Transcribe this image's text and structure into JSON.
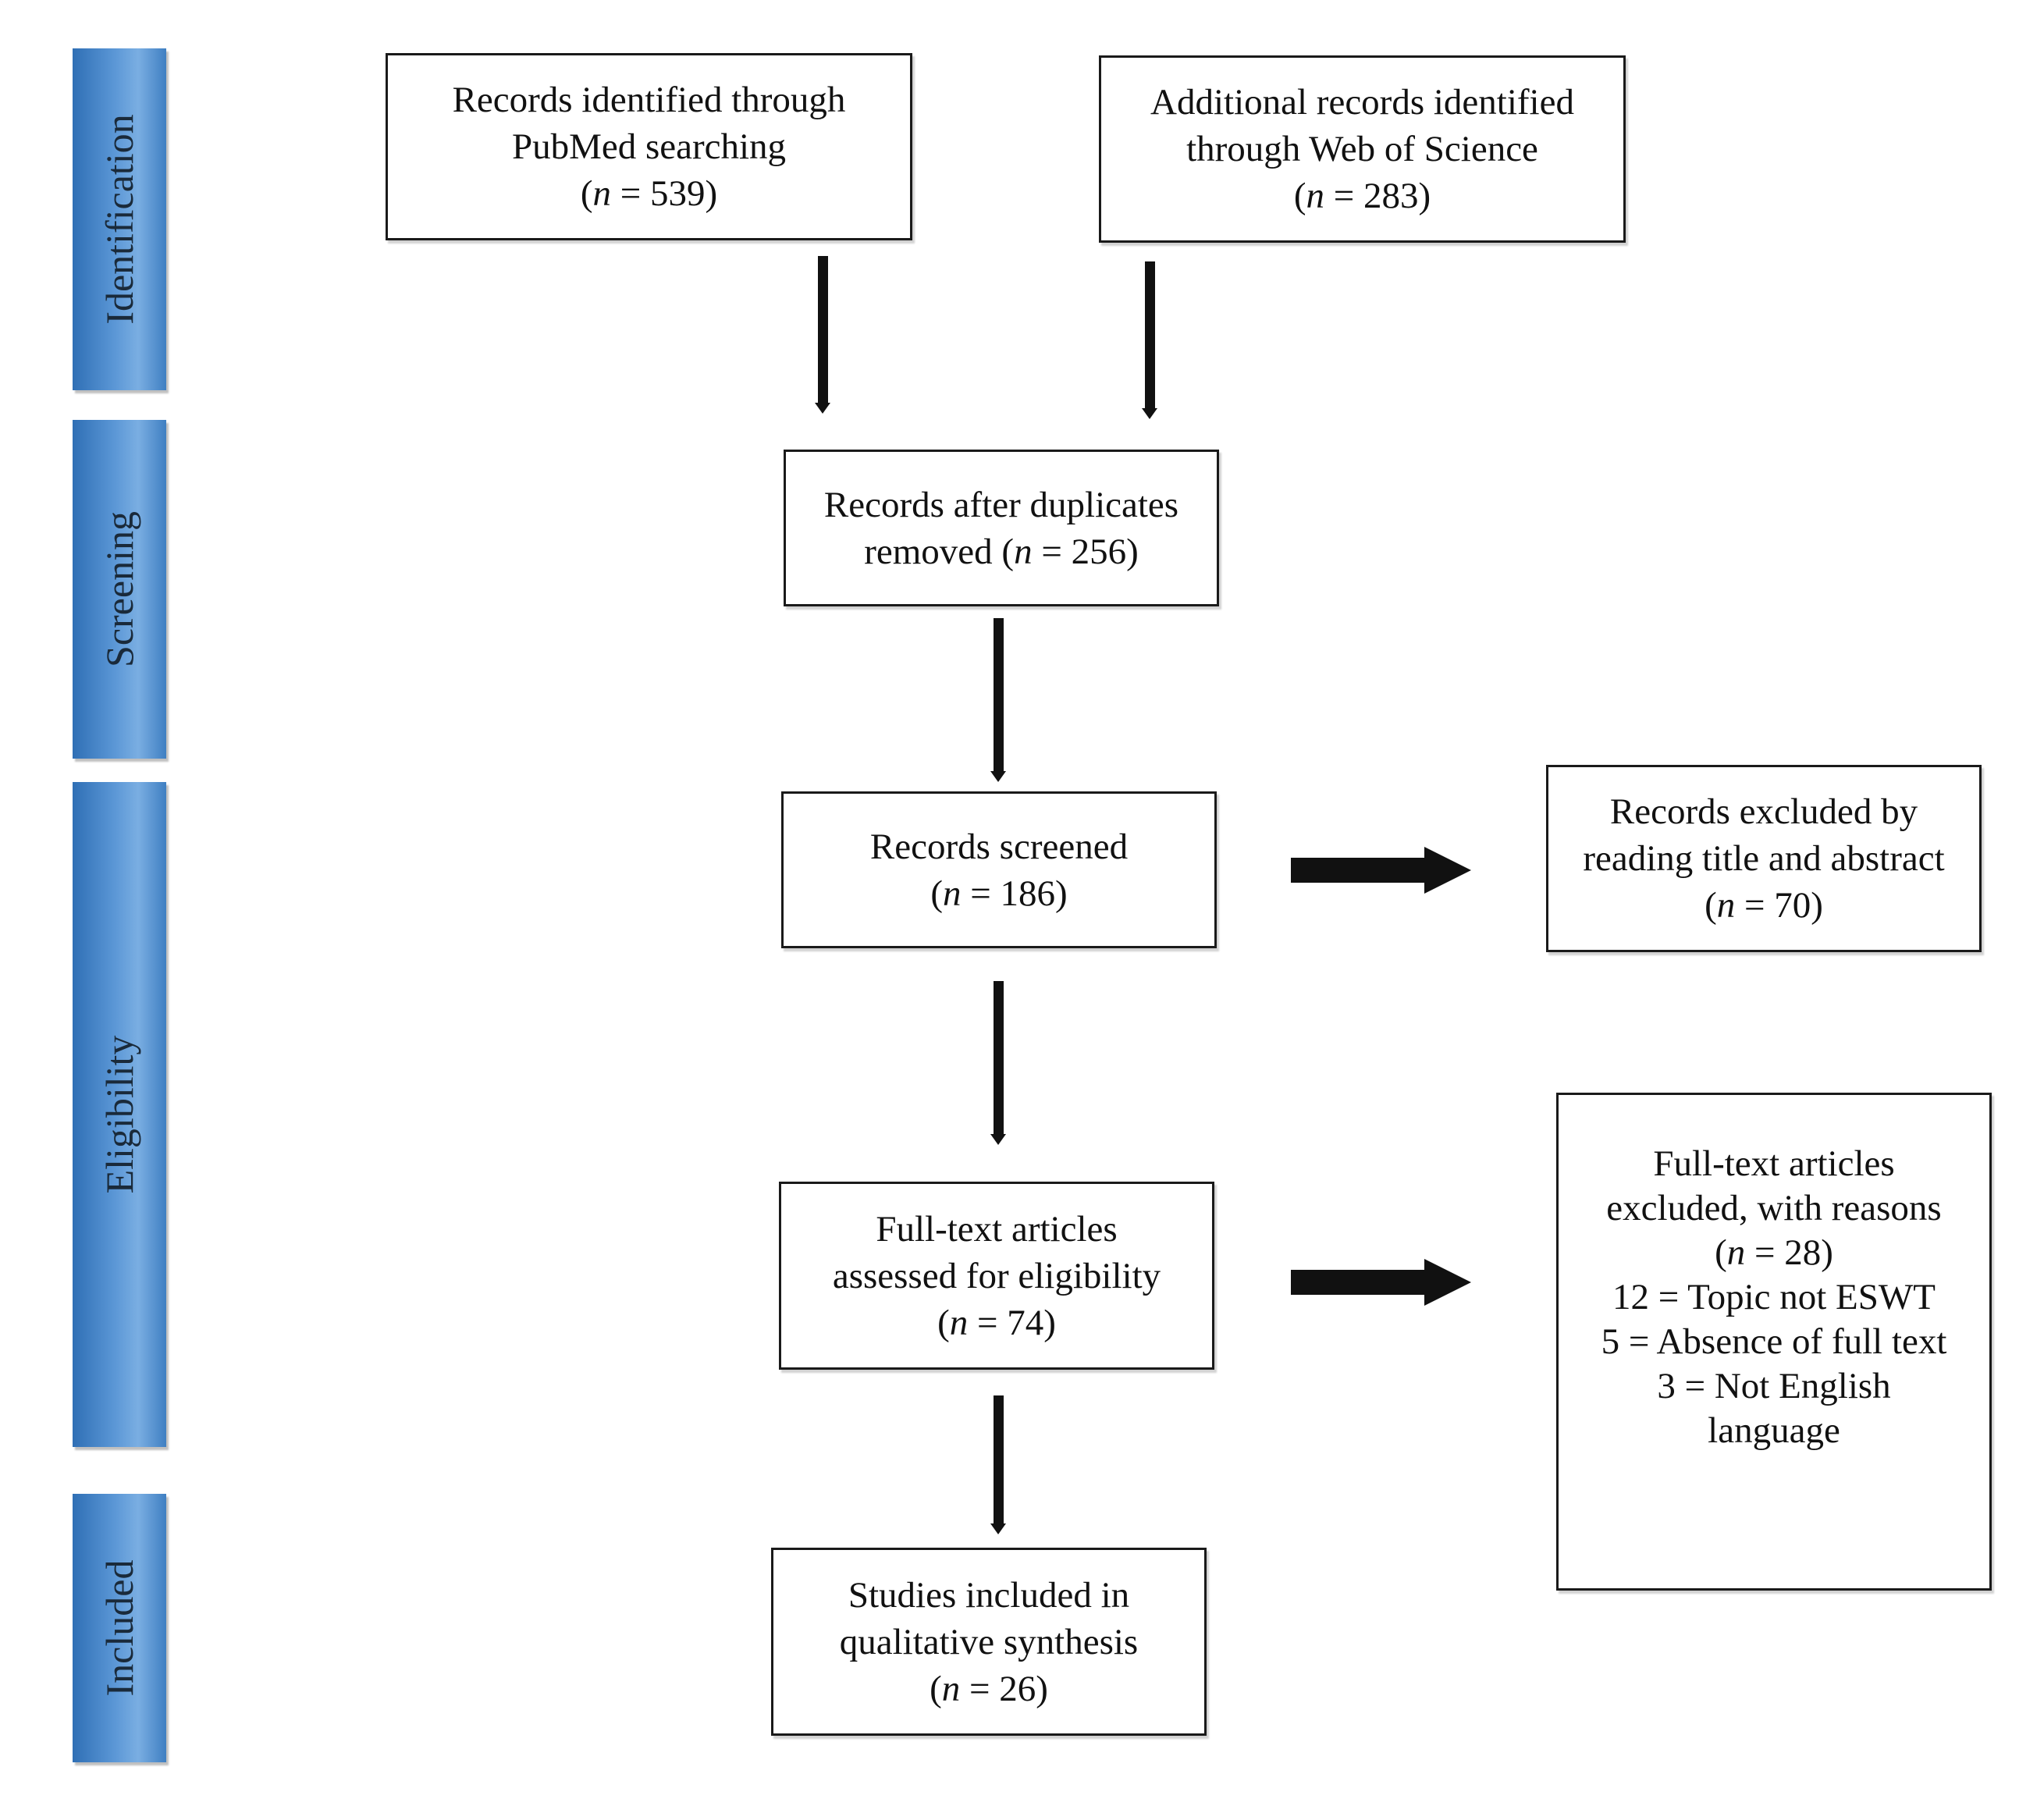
{
  "stages": {
    "identification": "Identification",
    "screening": "Screening",
    "eligibility": "Eligibility",
    "included": "Included"
  },
  "boxes": {
    "pubmed": {
      "line1": "Records identified  through",
      "line2": "PubMed searching",
      "n": "539"
    },
    "wos": {
      "line1": "Additional  records identified",
      "line2": "through  Web of Science",
      "n": "283"
    },
    "duplicates": {
      "line1": "Records after duplicates",
      "line2": "removed",
      "n": "256"
    },
    "screened": {
      "line1": "Records screened",
      "n": "186"
    },
    "excluded_abstract": {
      "line1": "Records excluded by",
      "line2": "reading title  and abstract",
      "n": "70"
    },
    "fulltext": {
      "line1": "Full-text  articles",
      "line2": "assessed for eligibility",
      "n": "74"
    },
    "excluded_fulltext": {
      "line1": "Full-text  articles",
      "line2": "excluded, with reasons",
      "n": "28",
      "reason1": "12 = Topic not ESWT",
      "reason2": "5 = Absence of full  text",
      "reason3": "3 = Not English",
      "reason4": "language"
    },
    "included": {
      "line1": "Studies included  in",
      "line2": "qualitative  synthesis",
      "n": "26"
    }
  },
  "n_prefix": "n",
  "n_eq": " = "
}
